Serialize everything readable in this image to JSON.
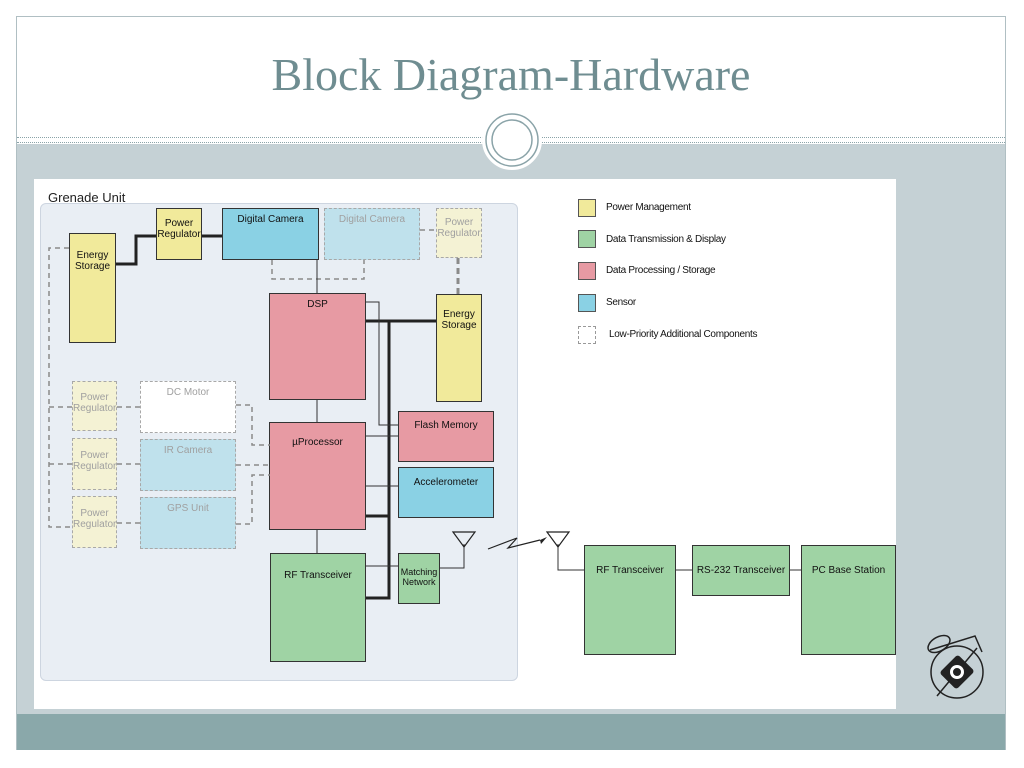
{
  "slide": {
    "title": "Block Diagram-Hardware"
  },
  "diagram": {
    "group_label": "Grenade Unit",
    "blocks": {
      "energy_storage_left": [
        "Energy",
        "Storage"
      ],
      "power_regulator_top": [
        "Power",
        "Regulator"
      ],
      "digital_camera": "Digital Camera",
      "digital_camera_optional": "Digital Camera",
      "power_regulator_optional_top": [
        "Power",
        "Regulator"
      ],
      "dsp": "DSP",
      "energy_storage_right": [
        "Energy",
        "Storage"
      ],
      "power_regulator_1": [
        "Power",
        "Regulator"
      ],
      "power_regulator_2": [
        "Power",
        "Regulator"
      ],
      "power_regulator_3": [
        "Power",
        "Regulator"
      ],
      "dc_motor": "DC Motor",
      "ir_camera": "IR Camera",
      "gps_unit": "GPS Unit",
      "microprocessor": "µProcessor",
      "flash_memory": "Flash Memory",
      "accelerometer": "Accelerometer",
      "rf_transceiver_unit": "RF Transceiver",
      "matching_network": [
        "Matching",
        "Network"
      ],
      "rf_transceiver_base": "RF Transceiver",
      "rs232_transceiver": "RS-232 Transceiver",
      "pc_base_station": "PC Base Station"
    },
    "legend": [
      {
        "label": "Power Management",
        "color": "#f1ea9b"
      },
      {
        "label": "Data Transmission & Display",
        "color": "#9fd3a4"
      },
      {
        "label": "Data Processing / Storage",
        "color": "#e79aa3"
      },
      {
        "label": "Sensor",
        "color": "#8ad1e4"
      },
      {
        "label": "Low-Priority Additional Components",
        "color": "none"
      }
    ]
  }
}
